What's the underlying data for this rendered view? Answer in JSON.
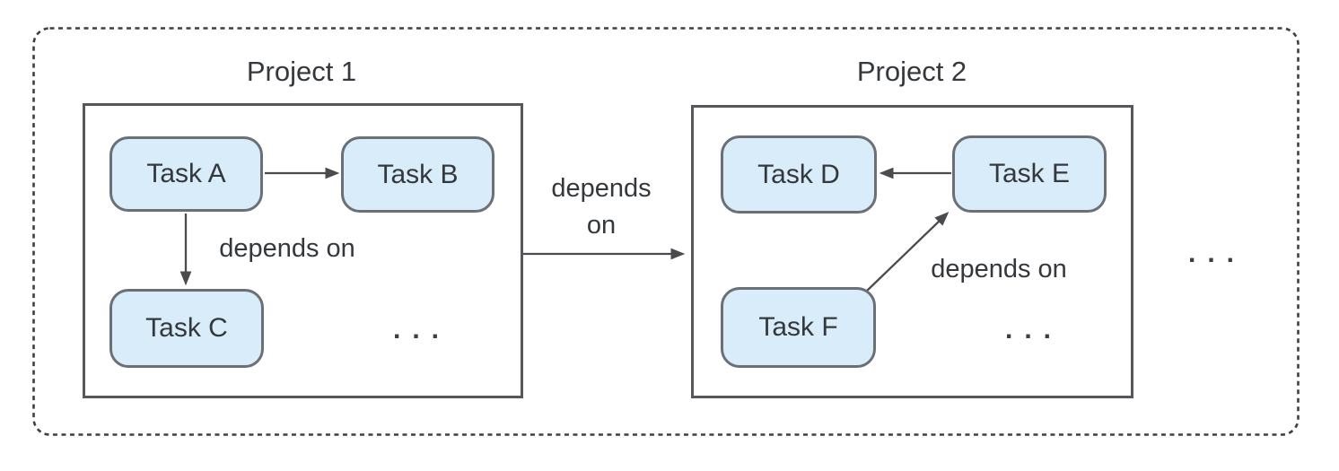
{
  "figure": {
    "project1": {
      "title": "Project 1",
      "tasks": {
        "a": "Task A",
        "b": "Task B",
        "c": "Task C"
      },
      "edge_label": "depends on",
      "ellipsis": "..."
    },
    "project2": {
      "title": "Project 2",
      "tasks": {
        "d": "Task D",
        "e": "Task E",
        "f": "Task F"
      },
      "edge_label": "depends on",
      "ellipsis": "..."
    },
    "cross_edge": {
      "line1": "depends",
      "line2": "on"
    },
    "outer_ellipsis": "...",
    "edges": [
      {
        "from": "Task A",
        "to": "Task B",
        "label": ""
      },
      {
        "from": "Task A",
        "to": "Task C",
        "label": "depends on"
      },
      {
        "from": "Project 1",
        "to": "Project 2",
        "label": "depends on"
      },
      {
        "from": "Task E",
        "to": "Task D",
        "label": ""
      },
      {
        "from": "Task F",
        "to": "Task E",
        "label": "depends on"
      }
    ]
  },
  "colors": {
    "background": "#ffffff",
    "task_fill": "#d9ecfa",
    "task_border": "#6b7076",
    "project_border": "#55575a",
    "outer_dashed_border": "#3f3f3f",
    "arrow": "#4a4b4e",
    "text": "#34383d"
  }
}
